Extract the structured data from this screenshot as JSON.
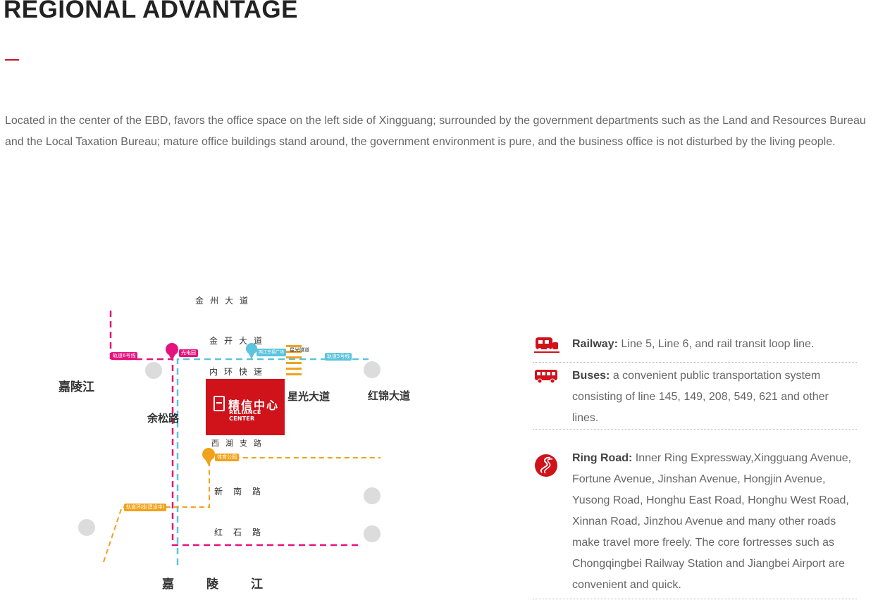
{
  "header": {
    "title": "REGIONAL ADVANTAGE"
  },
  "intro": "Located in the center of the EBD, favors the office space on the left side of Xingguang; surrounded by the government departments such as the Land and Resources Bureau and the Local Taxation Bureau; mature office buildings stand around, the government environment is pure, and the business office is not disturbed by the living people.",
  "map": {
    "roads": {
      "jinzhou": "金州大道",
      "jinkai": "金开大道",
      "neihuan": "内环快速",
      "xihuzhi": "西湖支路",
      "xinnan": "新南路",
      "hongshi": "红石路",
      "yusong": "余松路",
      "xingguang": "星光大道",
      "hongjin": "红锦大道"
    },
    "rivers": {
      "left": "嘉陵江",
      "bottom": "嘉陵江"
    },
    "tags": {
      "line6": "轨道6号线",
      "line5": "轨道5号线",
      "loop": "轨道环线(建设中)",
      "guangdian": "光电园",
      "xingguang_sq": "两江幸福广场",
      "tiyu": "体育公园",
      "tunnel": "星光隧道"
    },
    "logo": {
      "cn": "精信中心",
      "en": "RELIANCE CENTER"
    },
    "colors": {
      "line6": "#e5137e",
      "line5": "#5cc4dc",
      "loop": "#f0a21b",
      "brand": "#d0121b"
    }
  },
  "transport": {
    "railway": {
      "label": "Railway:",
      "text": "Line 5, Line 6, and rail transit loop line.",
      "icon": "train-icon"
    },
    "buses": {
      "label": "Buses:",
      "text": "a convenient public transportation system consisting of line 145, 149, 208, 549, 621 and other lines.",
      "icon": "bus-icon"
    },
    "ring_road": {
      "label": "Ring Road:",
      "text": "Inner Ring Expressway,Xingguang Avenue, Fortune Avenue, Jinshan Avenue, Hongjin Avenue, Yusong Road, Honghu East Road, Honghu West Road, Xinnan Road, Jinzhou Avenue and many other roads make travel more freely. The core fortresses such as Chongqingbei Railway Station and Jiangbei Airport are convenient and quick.",
      "icon": "road-icon"
    }
  }
}
